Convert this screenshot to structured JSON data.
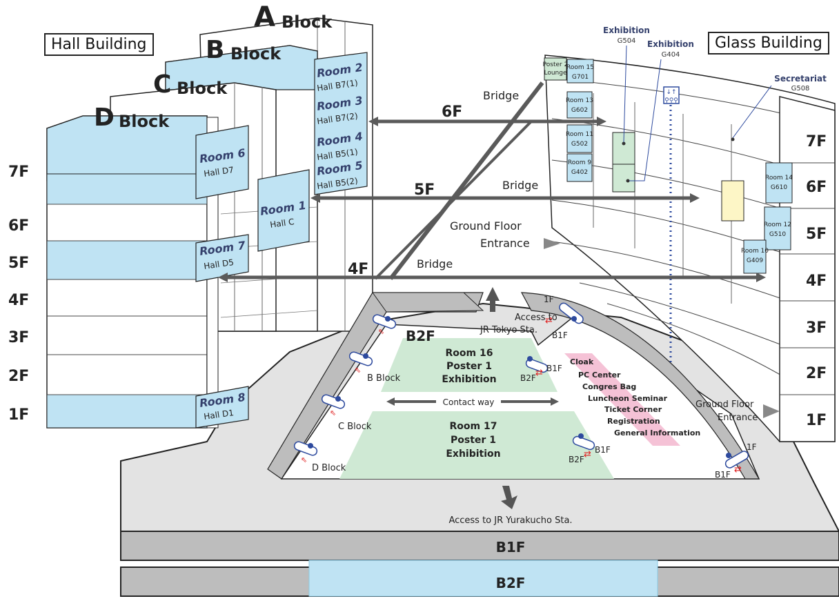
{
  "buildings": {
    "hall": "Hall Building",
    "glass": "Glass Building"
  },
  "blocks": {
    "a": {
      "letter": "A",
      "word": "Block"
    },
    "b": {
      "letter": "B",
      "word": "Block"
    },
    "c": {
      "letter": "C",
      "word": "Block"
    },
    "d": {
      "letter": "D",
      "word": "Block"
    }
  },
  "hall_floors": [
    "7F",
    "6F",
    "5F",
    "4F",
    "3F",
    "2F",
    "1F"
  ],
  "glass_floors": [
    "7F",
    "6F",
    "5F",
    "4F",
    "3F",
    "2F",
    "1F"
  ],
  "rooms": {
    "room2": {
      "name": "Room 2",
      "hall": "Hall B7(1)"
    },
    "room3": {
      "name": "Room 3",
      "hall": "Hall B7(2)"
    },
    "room4": {
      "name": "Room 4",
      "hall": "Hall B5(1)"
    },
    "room5": {
      "name": "Room 5",
      "hall": "Hall B5(2)"
    },
    "room6": {
      "name": "Room 6",
      "hall": "Hall D7"
    },
    "room1": {
      "name": "Room 1",
      "hall": "Hall C"
    },
    "room7": {
      "name": "Room 7",
      "hall": "Hall D5"
    },
    "room8": {
      "name": "Room 8",
      "hall": "Hall D1"
    }
  },
  "glass_rooms": {
    "poster2": {
      "name": "Poster 2",
      "sub": "Lounge"
    },
    "room15": {
      "name": "Room 15",
      "sub": "G701"
    },
    "room13": {
      "name": "Room 13",
      "sub": "G602"
    },
    "room11": {
      "name": "Room 11",
      "sub": "G502"
    },
    "room9": {
      "name": "Room 9",
      "sub": "G402"
    },
    "room14": {
      "name": "Room 14",
      "sub": "G610"
    },
    "room12": {
      "name": "Room 12",
      "sub": "G510"
    },
    "room10": {
      "name": "Room 10",
      "sub": "G409"
    }
  },
  "callouts": {
    "exh1": {
      "name": "Exhibition",
      "code": "G504"
    },
    "exh2": {
      "name": "Exhibition",
      "code": "G404"
    },
    "secretariat": {
      "name": "Secretariat",
      "code": "G508"
    }
  },
  "bridges": {
    "f6": {
      "floor": "6F",
      "label": "Bridge"
    },
    "f5": {
      "floor": "5F",
      "label": "Bridge"
    },
    "f4": {
      "floor": "4F",
      "label": "Bridge"
    }
  },
  "ground_entrance": {
    "line1": "Ground Floor",
    "line2": "Entrance"
  },
  "ground_entrance_right": {
    "line1": "Ground Floor",
    "line2": "Entrance"
  },
  "access_tokyo": {
    "line1": "Access to",
    "line2": "JR Tokyo Sta."
  },
  "access_yurakucho": "Access to JR Yurakucho Sta.",
  "b2f_level": "B2F",
  "room16": {
    "l1": "Room 16",
    "l2": "Poster 1",
    "l3": "Exhibition"
  },
  "room17": {
    "l1": "Room 17",
    "l2": "Poster 1",
    "l3": "Exhibition"
  },
  "contact_way": "Contact way",
  "concourse_blocks": {
    "b": "B Block",
    "c": "C Block",
    "d": "D Block"
  },
  "escalators": {
    "tr_top": "1F",
    "tr_bottom": "B1F",
    "mid_top": "B1F",
    "mid_bottom": "B2F",
    "low_top": "B1F",
    "low_bottom": "B2F",
    "rb_top": "1F",
    "rb_bottom": "B1F"
  },
  "services": [
    "Cloak",
    "PC Center",
    "Congres Bag",
    "Luncheon Seminar",
    "Ticket Corner",
    "Registration",
    "General Information"
  ],
  "basement": {
    "b1f": "B1F",
    "b2f": "B2F"
  },
  "colors": {
    "room": "#bfe3f3",
    "exhibition": "#cfe9d4",
    "services_band": "#f5c2d6",
    "bridge": "#5a5a5a",
    "secretariat": "#fdf6c6"
  }
}
